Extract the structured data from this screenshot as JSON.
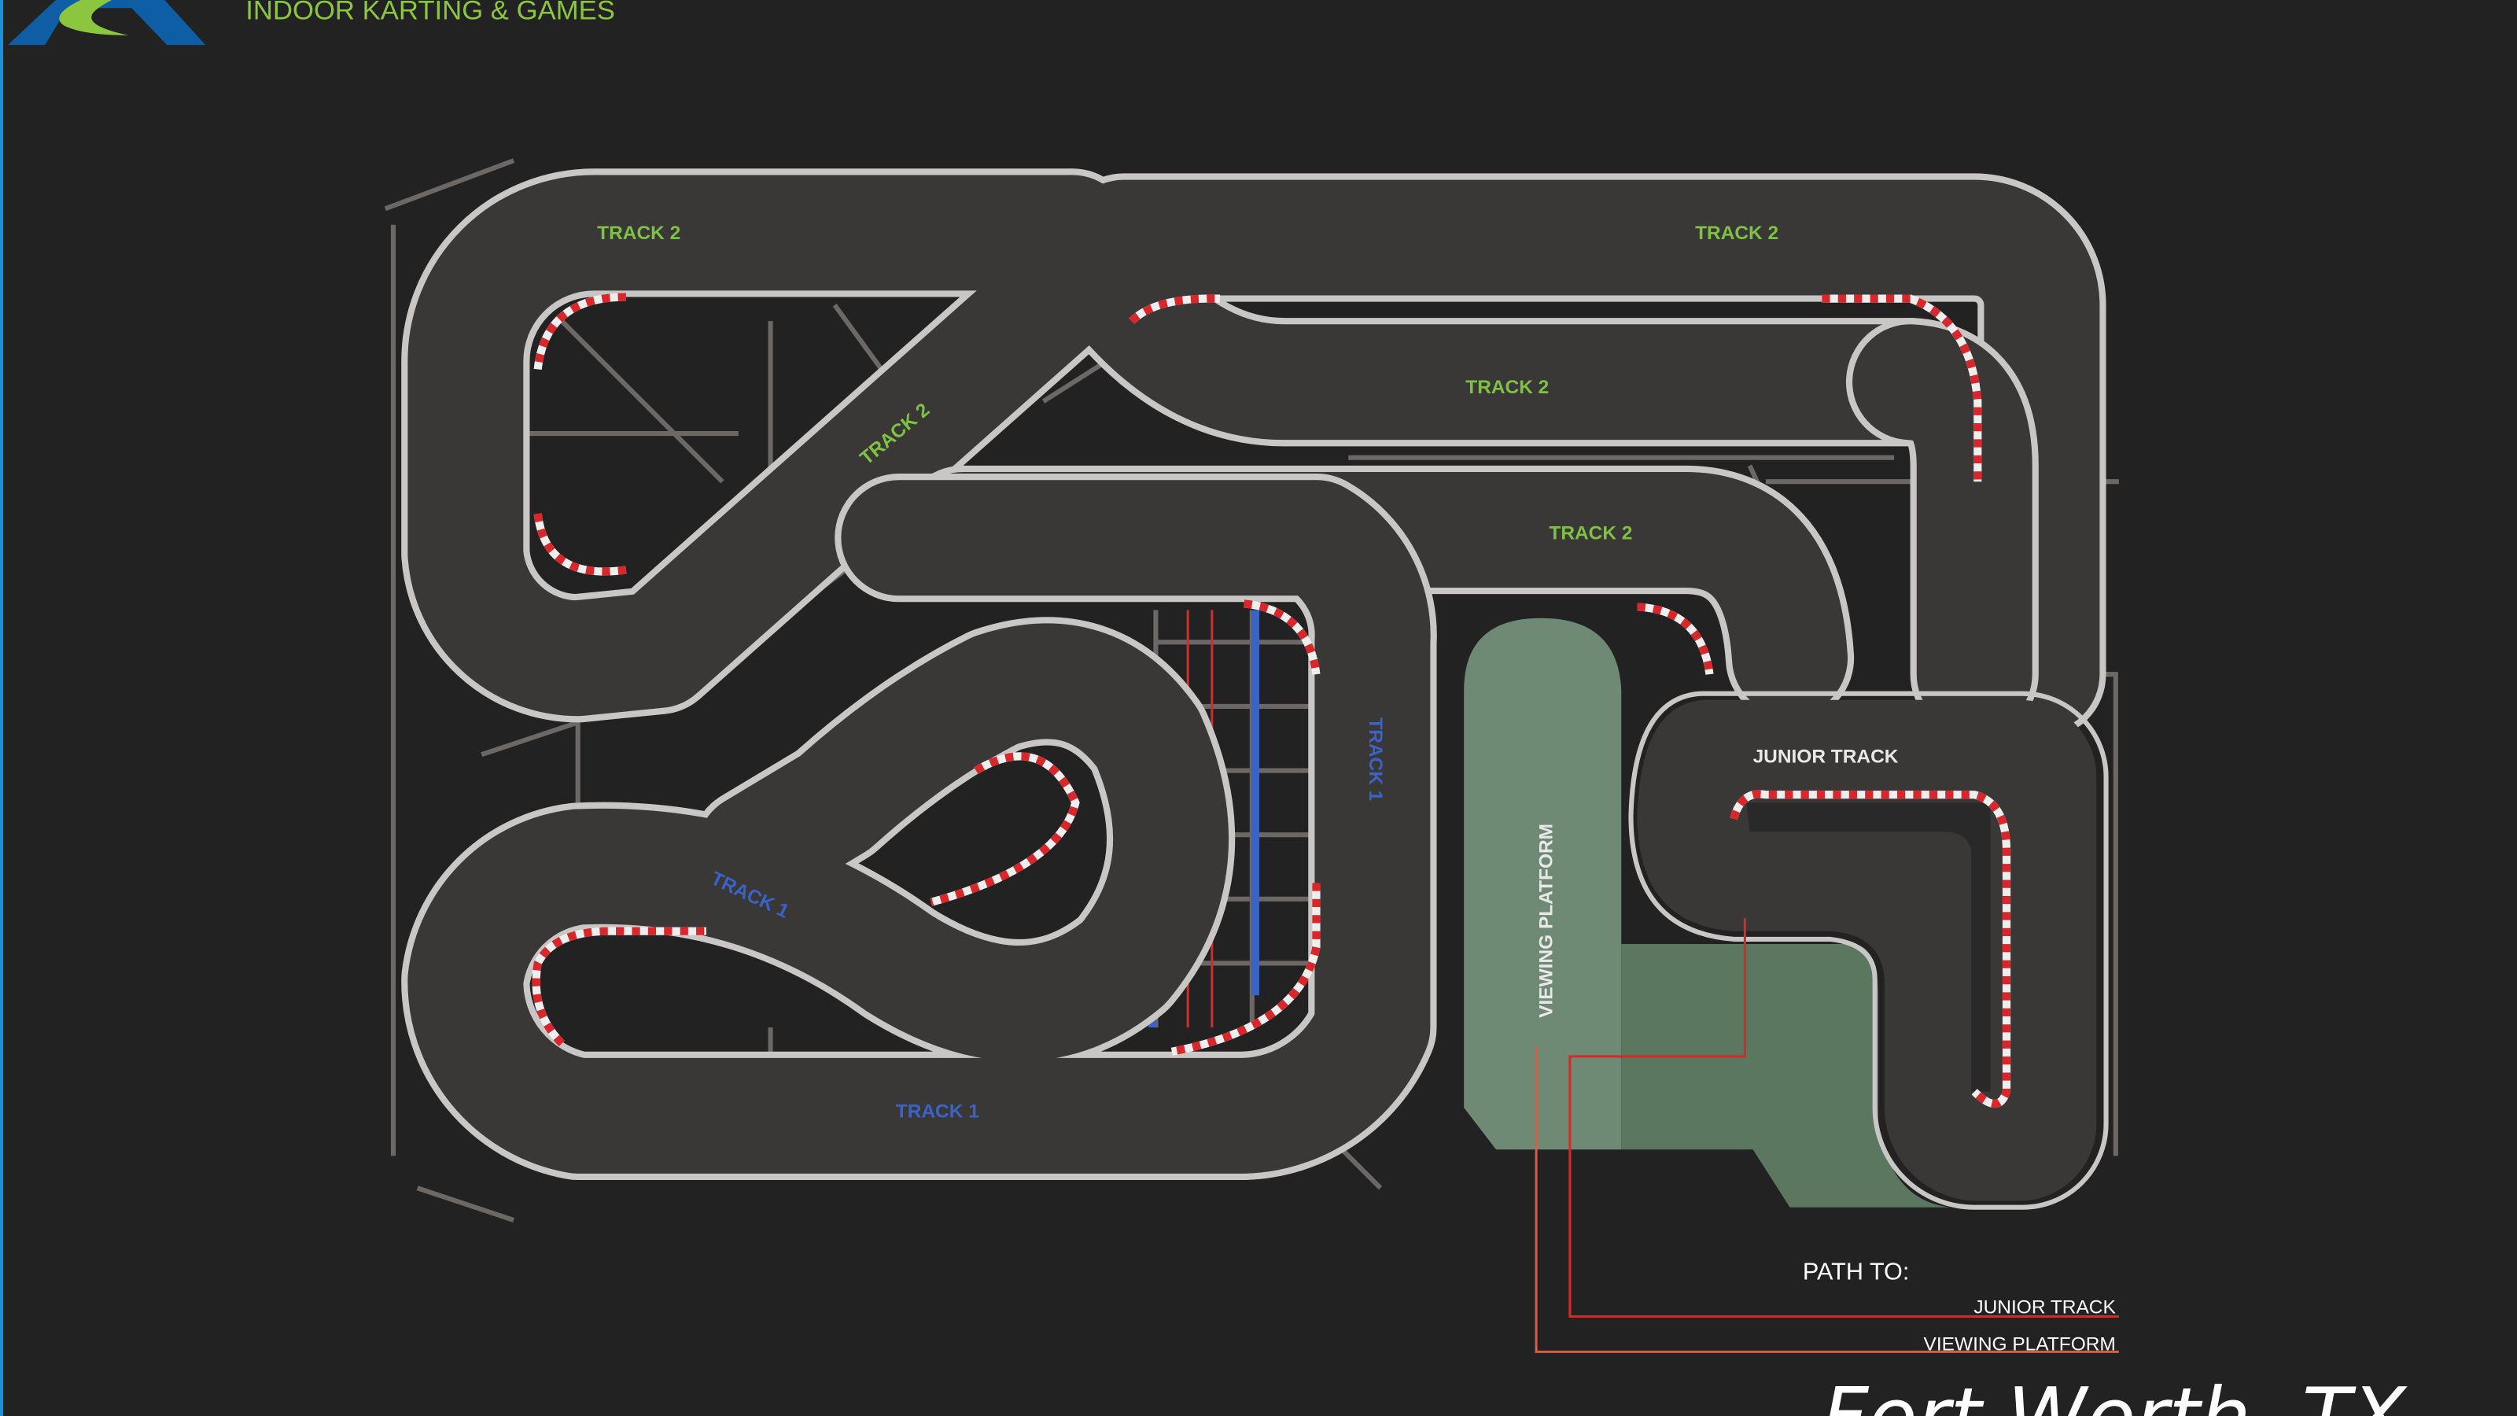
{
  "header": {
    "tagline": "INDOOR KARTING & GAMES",
    "logo": "logo-mark"
  },
  "map": {
    "track_labels": {
      "track2_top_left": "TRACK 2",
      "track2_top_right": "TRACK 2",
      "track2_diagonal": "TRACK 2",
      "track2_middle": "TRACK 2",
      "track2_lower": "TRACK 2",
      "track1_vertical": "TRACK 1",
      "track1_diagonal": "TRACK 1",
      "track1_bottom": "TRACK 1",
      "junior": "JUNIOR TRACK",
      "viewing_platform": "VIEWING PLATFORM"
    },
    "colors": {
      "track2_label": "#7dc242",
      "track1_label": "#3a63c8",
      "path_junior": "#d42a2a",
      "path_viewing": "#d0604a",
      "platform": "#6f8a74"
    }
  },
  "legend": {
    "title": "PATH TO:",
    "items": [
      {
        "label": "JUNIOR TRACK"
      },
      {
        "label": "VIEWING PLATFORM"
      }
    ]
  },
  "location": "Fort Worth, TX"
}
